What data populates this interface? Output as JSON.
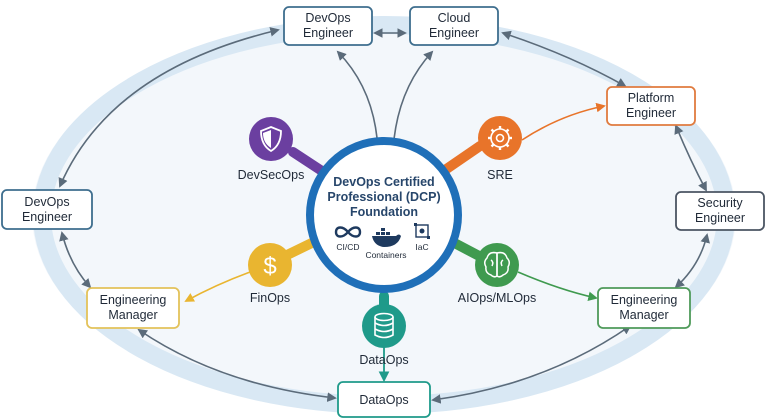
{
  "diagram": {
    "center": {
      "title_lines": [
        "DevOps Certified",
        "Professional (DCP)",
        "Foundation"
      ],
      "tools": [
        {
          "label": "CI/CD",
          "icon": "infinity-icon"
        },
        {
          "label": "Containers",
          "icon": "docker-whale-icon"
        },
        {
          "label": "IaC",
          "icon": "infrastructure-code-icon"
        }
      ],
      "color": "#1f6fb8"
    },
    "spokes": [
      {
        "id": "devsecops",
        "label": "DevSecOps",
        "icon": "shield-icon",
        "color": "#6b3fa0"
      },
      {
        "id": "sre",
        "label": "SRE",
        "icon": "gear-icon",
        "color": "#e8742a"
      },
      {
        "id": "finops",
        "label": "FinOps",
        "icon": "dollar-icon",
        "color": "#e9b530"
      },
      {
        "id": "aiops",
        "label": "AIOps/MLOps",
        "icon": "brain-icon",
        "color": "#3f9a4f"
      },
      {
        "id": "dataops",
        "label": "DataOps",
        "icon": "database-icon",
        "color": "#1f9a8a"
      }
    ],
    "roles": [
      {
        "id": "devops-top",
        "lines": [
          "DevOps",
          "Engineer"
        ],
        "border": "#3e6e8e"
      },
      {
        "id": "cloud",
        "lines": [
          "Cloud",
          "Engineer"
        ],
        "border": "#3e6e8e"
      },
      {
        "id": "platform",
        "lines": [
          "Platform",
          "Engineer"
        ],
        "border": "#e07b3f"
      },
      {
        "id": "security",
        "lines": [
          "Security",
          "Engineer"
        ],
        "border": "#4b5563"
      },
      {
        "id": "em-right",
        "lines": [
          "Engineering",
          "Manager"
        ],
        "border": "#4f9a5a"
      },
      {
        "id": "dataops-box",
        "lines": [
          "DataOps"
        ],
        "border": "#1f9a8a"
      },
      {
        "id": "em-left",
        "lines": [
          "Engineering",
          "Manager"
        ],
        "border": "#e3c25a"
      },
      {
        "id": "devops-left",
        "lines": [
          "DevOps",
          "Engineer"
        ],
        "border": "#3e6e8e"
      }
    ],
    "colors": {
      "ring": "#d9e8f4",
      "ellipse_fill": "#f3f7fb",
      "connector": "#5b6b7a"
    }
  }
}
